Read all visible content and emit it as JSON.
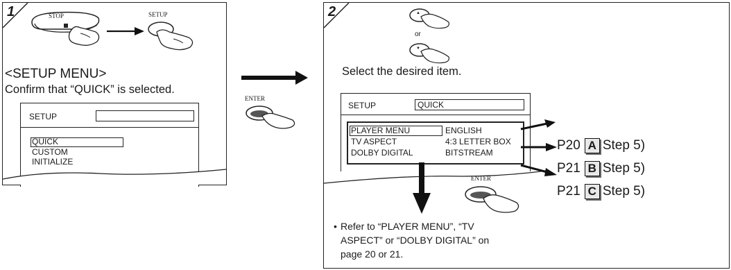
{
  "step1": {
    "number": "1",
    "stop_button": "STOP",
    "setup_button": "SETUP",
    "menu_title": "<SETUP MENU>",
    "instruction": "Confirm that “QUICK” is selected.",
    "screen": {
      "header": "SETUP",
      "items": [
        "QUICK",
        "CUSTOM",
        "INITIALIZE"
      ]
    }
  },
  "connector": {
    "enter_button": "ENTER"
  },
  "step2": {
    "number": "2",
    "or_label": "or",
    "up_label": "▲",
    "down_label": "▼",
    "instruction": "Select the desired item.",
    "screen": {
      "header": "SETUP",
      "mode": "QUICK",
      "rows": [
        {
          "name": "PLAYER MENU",
          "value": "ENGLISH"
        },
        {
          "name": "TV ASPECT",
          "value": "4:3 LETTER BOX"
        },
        {
          "name": "DOLBY DIGITAL",
          "value": "BITSTREAM"
        }
      ]
    },
    "enter_button": "ENTER",
    "refs": [
      {
        "page": "P20",
        "letter": "A",
        "step": "Step 5)"
      },
      {
        "page": "P21",
        "letter": "B",
        "step": "Step 5)"
      },
      {
        "page": "P21",
        "letter": "C",
        "step": "Step 5)"
      }
    ],
    "note_bullet": "•",
    "note_lines": [
      "Refer to “PLAYER MENU”, “TV",
      "ASPECT” or “DOLBY DIGITAL” on",
      "page 20 or 21."
    ]
  }
}
